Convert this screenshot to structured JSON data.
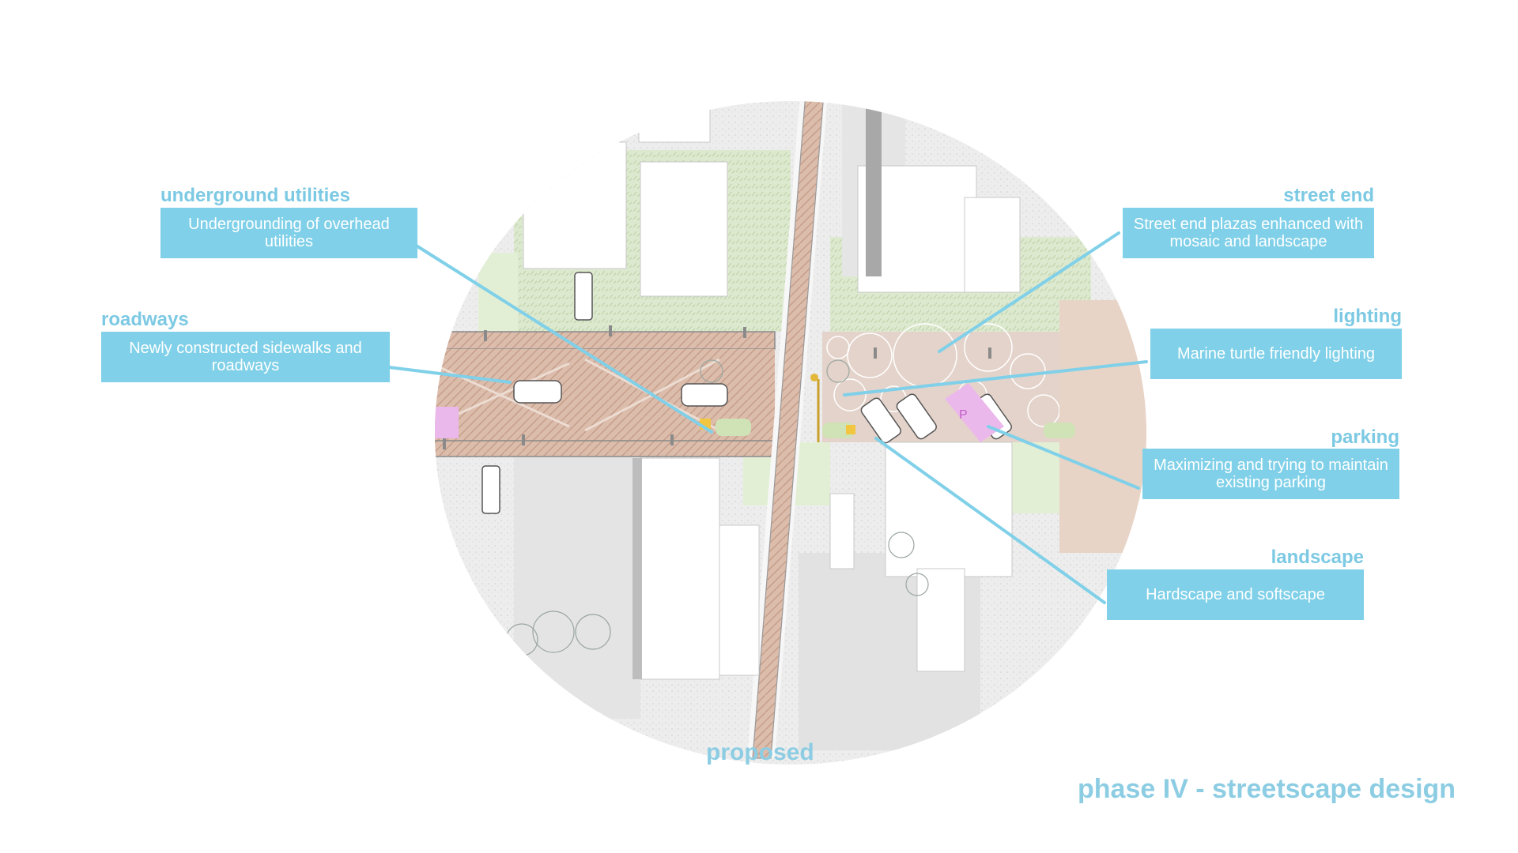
{
  "colors": {
    "accent": "#7cc9e3",
    "callout_fill": "#7fd0e8",
    "leader_line": "#7fd0e8",
    "paving": "#d9b8a8",
    "plaza": "#e2cfc6",
    "green_zone": "#dde9cf",
    "building": "#ffffff",
    "ground": "#ececec",
    "parking_pink": "#ebb8ec"
  },
  "callouts": {
    "underground_utilities": {
      "heading": "underground utilities",
      "text": "Undergrounding of overhead utilities"
    },
    "roadways": {
      "heading": "roadways",
      "text": "Newly constructed sidewalks and roadways"
    },
    "street_end": {
      "heading": "street end",
      "text": "Street end plazas enhanced with mosaic and landscape"
    },
    "lighting": {
      "heading": "lighting",
      "text": "Marine turtle friendly lighting"
    },
    "parking": {
      "heading": "parking",
      "text": "Maximizing and trying to maintain existing parking"
    },
    "landscape": {
      "heading": "landscape",
      "text": "Hardscape and softscape"
    }
  },
  "plan": {
    "parking_sign": "P"
  },
  "captions": {
    "proposed": "proposed",
    "title": "phase IV - streetscape design"
  }
}
